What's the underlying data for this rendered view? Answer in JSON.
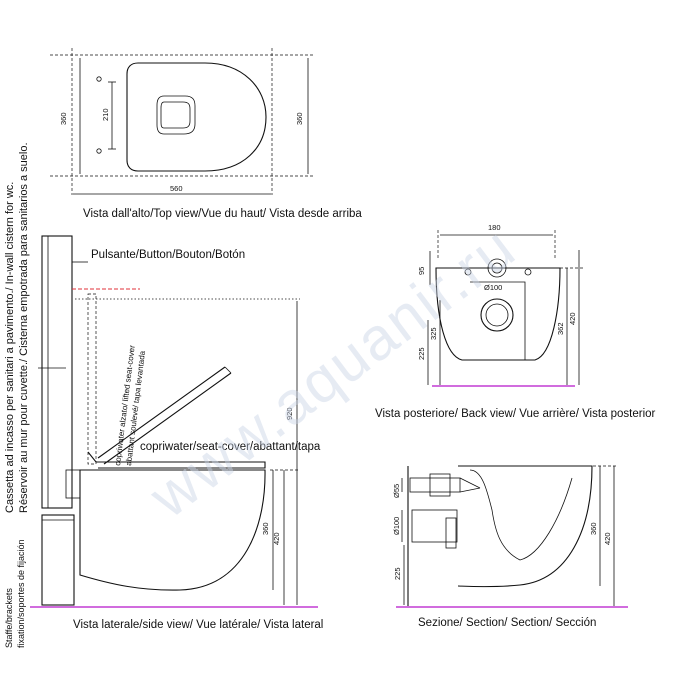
{
  "watermark": "www.aquanir.ru",
  "top_view": {
    "caption": "Vista dall'alto/Top view/Vue du haut/ Vista desde arriba",
    "dim_width": "560",
    "dim_height_left": "360",
    "dim_height_right": "360",
    "dim_holes": "210"
  },
  "back_view": {
    "caption": "Vista posteriore/ Back view/ Vue arrière/ Vista posterior",
    "dim_top": "180",
    "dim_95": "95",
    "dim_dia": "Ø100",
    "dim_325": "325",
    "dim_225": "225",
    "dim_362": "362",
    "dim_420": "420"
  },
  "side_view": {
    "caption": "Vista laterale/side view/ Vue latérale/ Vista lateral",
    "vertical_caption_1": "Cassetta ad incasso per sanitari a pavimento./ In-wall cistern for wc.",
    "vertical_caption_2": "Réservoir au mur pour cuvette./ Cisterna empotrada para sanitarios a suelo.",
    "brackets_label_1": "Staffe/brackets",
    "brackets_label_2": "fixation/soportes de fijación",
    "button_label": "Pulsante/Button/Bouton/Botón",
    "seat_label": "copriwater/seat-cover/abattant/tapa",
    "lifted_label_1": "copriwater alzato/ lifted seat-cover",
    "lifted_label_2": "abattant soulevé/ tapa levantada",
    "dim_920": "920",
    "dim_360": "360",
    "dim_420": "420"
  },
  "section_view": {
    "caption": "Sezione/ Section/ Section/ Sección",
    "dim_55": "Ø55",
    "dim_100": "Ø100",
    "dim_225": "225",
    "dim_360": "360",
    "dim_420": "420"
  },
  "colors": {
    "floor_line": "#c23bd4",
    "red_dashed": "#e0313a",
    "watermark": "#c9d3e6"
  }
}
